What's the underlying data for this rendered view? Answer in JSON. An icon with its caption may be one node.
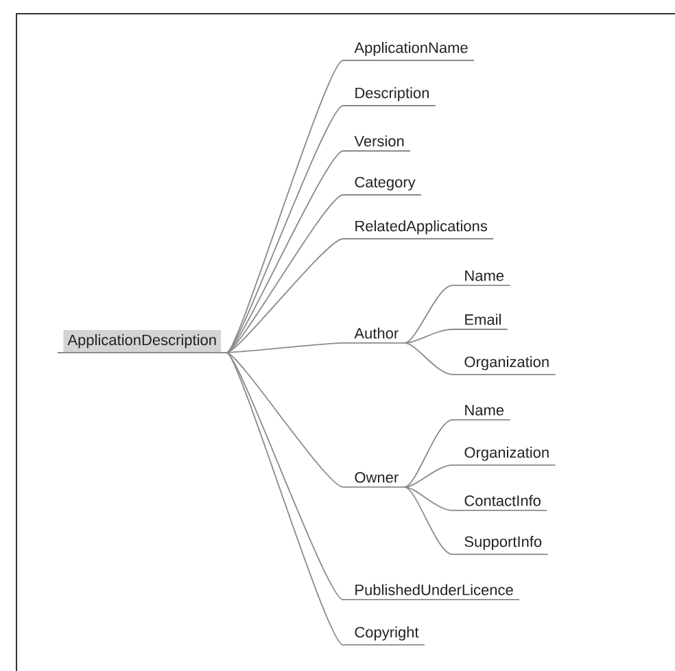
{
  "diagram": {
    "nodes": [
      {
        "text": [
          "ApplicationDescription"
        ]
      },
      {
        "text": [
          "ApplicationName"
        ]
      },
      {
        "text": [
          "Description"
        ]
      },
      {
        "text": [
          "Version"
        ]
      },
      {
        "text": [
          "Category"
        ]
      },
      {
        "text": [
          "RelatedApplications"
        ]
      },
      {
        "text": [
          "Author"
        ]
      },
      {
        "text": [
          "Name"
        ]
      },
      {
        "text": [
          "Email"
        ]
      },
      {
        "text": [
          "Organization"
        ]
      },
      {
        "text": [
          "Owner"
        ]
      },
      {
        "text": [
          "Name"
        ]
      },
      {
        "text": [
          "Organization"
        ]
      },
      {
        "text": [
          "ContactInfo"
        ]
      },
      {
        "text": [
          "SupportInfo"
        ]
      },
      {
        "text": [
          "PublishedUnderLicence"
        ]
      },
      {
        "text": [
          "Copyright"
        ]
      }
    ],
    "edges": [
      {
        "from": 0,
        "to": 1,
        "arrow": "none"
      },
      {
        "from": 0,
        "to": 2,
        "arrow": "none"
      },
      {
        "from": 0,
        "to": 3,
        "arrow": "none"
      },
      {
        "from": 0,
        "to": 4,
        "arrow": "none"
      },
      {
        "from": 0,
        "to": 5,
        "arrow": "none"
      },
      {
        "from": 0,
        "to": 6,
        "arrow": "none"
      },
      {
        "from": 6,
        "to": 7,
        "arrow": "none"
      },
      {
        "from": 6,
        "to": 8,
        "arrow": "none"
      },
      {
        "from": 6,
        "to": 9,
        "arrow": "none"
      },
      {
        "from": 0,
        "to": 10,
        "arrow": "none"
      },
      {
        "from": 10,
        "to": 11,
        "arrow": "none"
      },
      {
        "from": 10,
        "to": 12,
        "arrow": "none"
      },
      {
        "from": 10,
        "to": 13,
        "arrow": "none"
      },
      {
        "from": 10,
        "to": 14,
        "arrow": "none"
      },
      {
        "from": 0,
        "to": 15,
        "arrow": "none"
      },
      {
        "from": 0,
        "to": 16,
        "arrow": "none"
      }
    ]
  }
}
